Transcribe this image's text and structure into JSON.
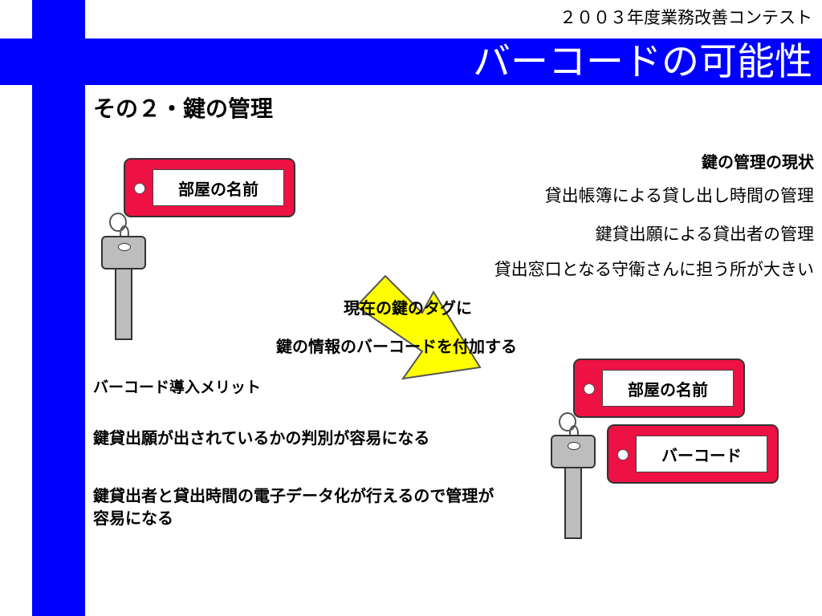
{
  "header": {
    "contest": "２００３年度業務改善コンテスト",
    "title": "バーコードの可能性"
  },
  "section_title": "その２・鍵の管理",
  "current_status": {
    "heading": "鍵の管理の現状",
    "lines": [
      "貸出帳簿による貸し出し時間の管理",
      "鍵貸出願による貸出者の管理",
      "貸出窓口となる守衛さんに担う所が大きい"
    ]
  },
  "proposal": {
    "line1": "現在の鍵のタグに",
    "line2": "鍵の情報のバーコードを付加する"
  },
  "merits": {
    "heading": "バーコード導入メリット",
    "items": [
      "鍵貸出願が出されているかの判別が容易になる",
      "鍵貸出者と貸出時間の電子データ化が行えるので管理が容易になる"
    ]
  },
  "illustration": {
    "tag_room_label": "部屋の名前",
    "tag_barcode_label": "バーコード",
    "tag_color": "#ee1144",
    "key_color": "#bdbdbd",
    "arrow_color": "#ffff00"
  },
  "theme": {
    "accent": "#0000ff"
  }
}
